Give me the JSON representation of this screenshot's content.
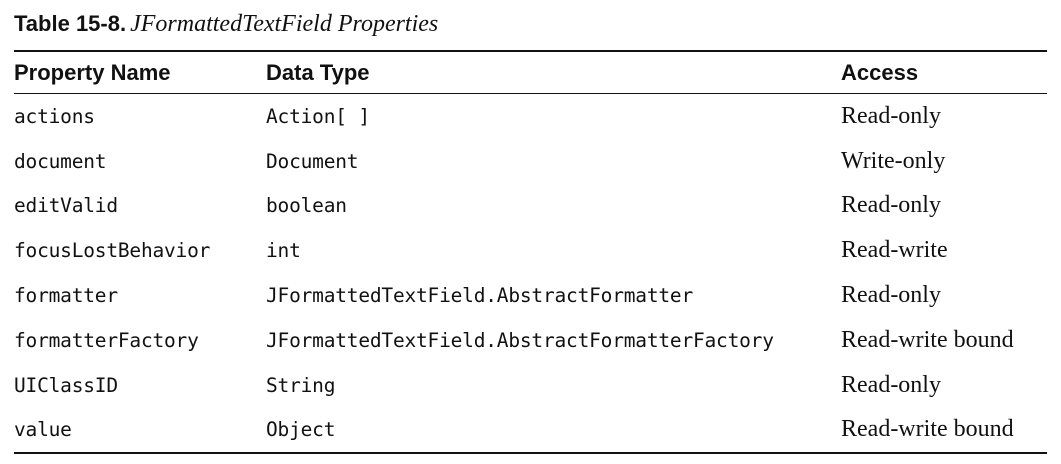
{
  "caption": {
    "label": "Table 15-8.",
    "title": "JFormattedTextField Properties"
  },
  "table": {
    "headers": [
      "Property Name",
      "Data Type",
      "Access"
    ],
    "rows": [
      [
        "actions",
        "Action[ ]",
        "Read-only"
      ],
      [
        "document",
        "Document",
        "Write-only"
      ],
      [
        "editValid",
        "boolean",
        "Read-only"
      ],
      [
        "focusLostBehavior",
        "int",
        "Read-write"
      ],
      [
        "formatter",
        "JFormattedTextField.AbstractFormatter",
        "Read-only"
      ],
      [
        "formatterFactory",
        "JFormattedTextField.AbstractFormatterFactory",
        "Read-write bound"
      ],
      [
        "UIClassID",
        "String",
        "Read-only"
      ],
      [
        "value",
        "Object",
        "Read-write bound"
      ]
    ]
  }
}
